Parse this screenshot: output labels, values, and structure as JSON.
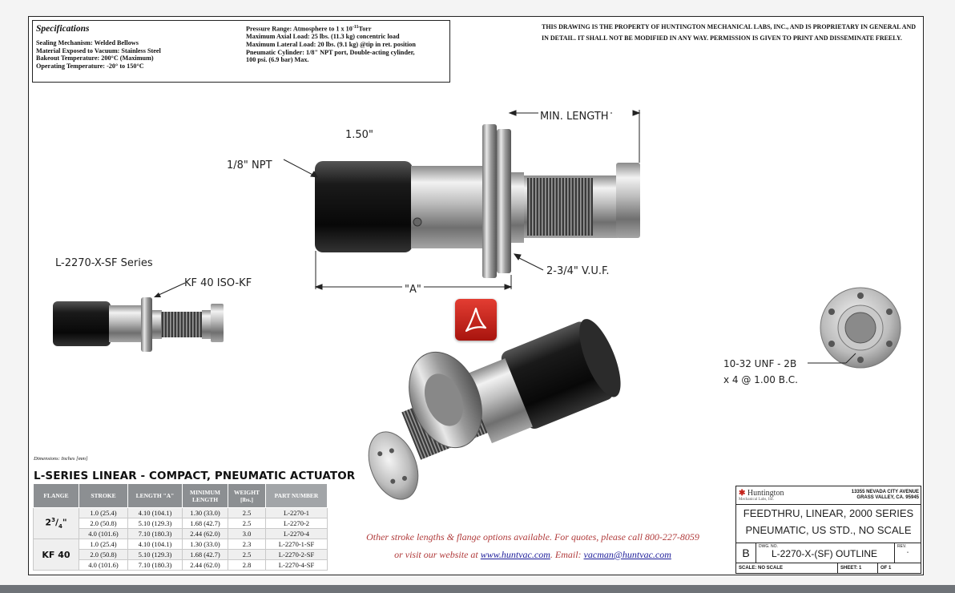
{
  "specifications": {
    "title": "Specifications",
    "left_lines": [
      "Sealing Mechanism:  Welded Bellows",
      "Material Exposed to Vacuum:  Stainless Steel",
      "Bakeout Temperature:  200°C  (Maximum)",
      "Operating Temperature:  -20° to 150°C"
    ],
    "pressure_prefix": "Pressure Range:  Atmosphere to 1 x 10",
    "pressure_exp": "-11",
    "pressure_suffix": "Torr",
    "right_lines": [
      "Maximum Axial Load:  25 lbs. (11.3 kg) concentric load",
      "Maximum Lateral Load:  20 lbs. (9.1 kg) @tip in ret. position",
      "Pneumatic Cylinder:  1/8\" NPT port, Double-acting cylinder,",
      "100 psi. (6.9 bar) Max."
    ]
  },
  "notice": "THIS DRAWING IS THE PROPERTY OF HUNTINGTON MECHANICAL LABS, INC., AND IS PROPRIETARY IN GENERAL AND IN DETAIL.  IT SHALL NOT BE MODIFIED IN ANY WAY.  PERMISSION IS GIVEN TO PRINT AND DISSEMINATE FREELY.",
  "drawing": {
    "min_length": "MIN. LENGTH",
    "dim_150": "1.50\"",
    "npt": "1/8\" NPT",
    "vuf": "2-3/4\" V.U.F.",
    "dim_a": "\"A\"",
    "series": "L-2270-X-SF  Series",
    "kf40": "KF 40  ISO-KF",
    "thread_1": "10-32 UNF - 2B",
    "thread_2": "x 4 @ 1.00 B.C."
  },
  "dimensions_note": "Dimensions:  Inches [mm]",
  "table": {
    "title": "L-SERIES LINEAR - COMPACT, PNEUMATIC ACTUATOR",
    "headers": {
      "flange": "FLANGE",
      "stroke": "STROKE",
      "length": "LENGTH \"A\"",
      "minlen": "MINIMUM LENGTH",
      "weight": "WEIGHT [lbs.]",
      "part": "PART NUMBER"
    },
    "flange_groups": [
      {
        "base": "2",
        "sup": "3",
        "sep": "/",
        "sub": "4",
        "tail": "\""
      },
      {
        "label": "KF 40"
      }
    ],
    "rows": [
      [
        "1.0  (25.4)",
        "4.10  (104.1)",
        "1.30  (33.0)",
        "2.5",
        "L-2270-1"
      ],
      [
        "2.0  (50.8)",
        "5.10  (129.3)",
        "1.68  (42.7)",
        "2.5",
        "L-2270-2"
      ],
      [
        "4.0 (101.6)",
        "7.10  (180.3)",
        "2.44  (62.0)",
        "3.0",
        "L-2270-4"
      ],
      [
        "1.0  (25.4)",
        "4.10  (104.1)",
        "1.30  (33.0)",
        "2.3",
        "L-2270-1-SF"
      ],
      [
        "2.0  (50.8)",
        "5.10  (129.3)",
        "1.68  (42.7)",
        "2.5",
        "L-2270-2-SF"
      ],
      [
        "4.0 (101.6)",
        "7.10  (180.3)",
        "2.44  (62.0)",
        "2.8",
        "L-2270-4-SF"
      ]
    ]
  },
  "footer": {
    "line1": "Other stroke lengths & flange options available.  For quotes, please call 800-227-8059",
    "line2_prefix": "or visit our website at ",
    "website": "www.huntvac.com",
    "email_label": ".  Email: ",
    "email": "vacman@huntvac.com"
  },
  "title_block": {
    "company": "Huntington",
    "company_sub": "Mechanical Labs, Inc.",
    "address_1": "13355 NEVADA CITY AVENUE",
    "address_2": "GRASS VALLEY, CA. 95945",
    "title_1": "FEEDTHRU, LINEAR, 2000 SERIES",
    "title_2": "PNEUMATIC, US STD., NO SCALE",
    "size": "B",
    "dwg_label": "DWG. NO.",
    "dwg_no": "L-2270-X-(SF) OUTLINE",
    "rev_label": "REV.",
    "rev": "-",
    "scale": "SCALE:  NO SCALE",
    "sheet": "SHEET:  1",
    "of": "OF  1"
  },
  "colors": {
    "pdf_red": "#c4221a",
    "footer_text": "#b03a3a",
    "link": "#1d1d9a",
    "table_header": "#8c8f92"
  }
}
